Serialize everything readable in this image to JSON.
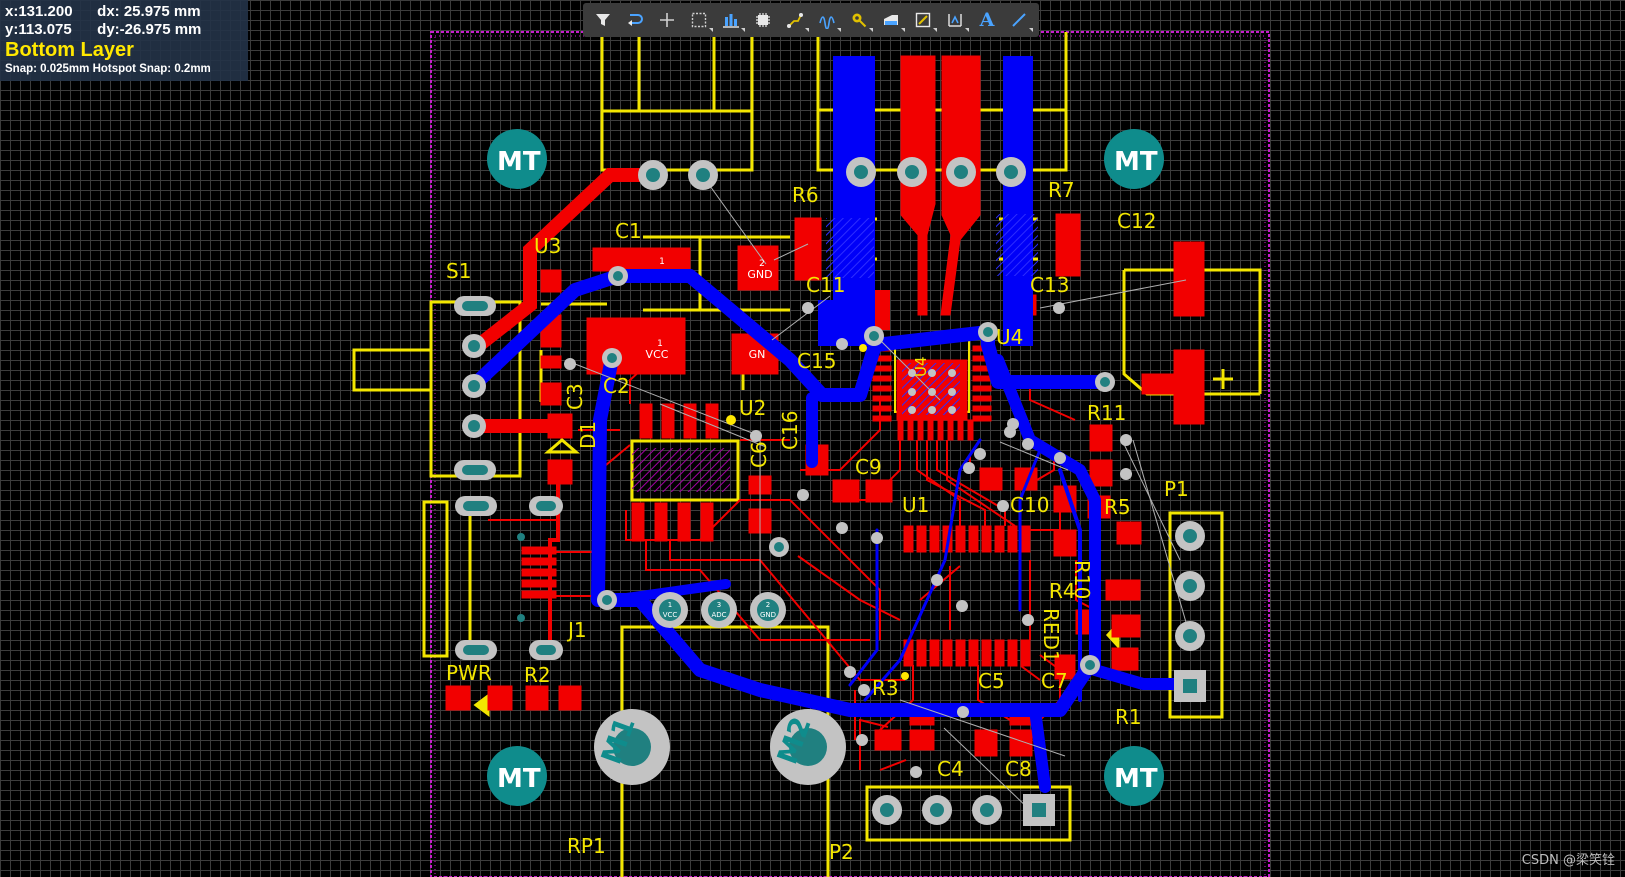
{
  "hud": {
    "x": "x:131.200",
    "dx": "dx: 25.975 mm",
    "y": "y:113.075",
    "dy": "dy:-26.975 mm",
    "layer": "Bottom Layer",
    "snap": "Snap: 0.025mm Hotspot Snap: 0.2mm"
  },
  "toolbar": {
    "items": [
      "filter-icon",
      "select-mask-icon",
      "cross-icon",
      "select-area-icon",
      "align-icon",
      "component-icon",
      "route-icon",
      "diff-pair-icon",
      "via-icon",
      "polygon-icon",
      "region-icon",
      "dimension-icon",
      "text-icon",
      "line-icon"
    ],
    "text_glyph": "A"
  },
  "designators": {
    "S1": "S1",
    "U3": "U3",
    "C1": "C1",
    "R6": "R6",
    "R7": "R7",
    "C11": "C11",
    "C13": "C13",
    "C12": "C12",
    "U4": "U4",
    "C15": "C15",
    "C3": "C3",
    "C2": "C2",
    "D1": "D1",
    "U2": "U2",
    "C16": "C16",
    "C6": "C6",
    "C9": "C9",
    "R11": "R11",
    "U1": "U1",
    "C10": "C10",
    "R5": "R5",
    "P1": "P1",
    "R10": "R10",
    "R4": "R4",
    "RED1": "RED1",
    "J1": "J1",
    "PWR": "PWR",
    "R2": "R2",
    "R3": "R3",
    "C5": "C5",
    "C7": "C7",
    "R1": "R1",
    "C4": "C4",
    "C8": "C8",
    "RP1": "RP1",
    "P2": "P2",
    "M1": "M1",
    "M2": "M2",
    "MT": "MT",
    "R5_partial": "R5"
  },
  "pad_labels": {
    "gnd_num": "2",
    "gnd": "GND",
    "vcc_num": "1",
    "vcc": "VCC",
    "one": "1",
    "gnd_partial": "GN",
    "rp_vcc_num": "1",
    "rp_vcc": "VCC",
    "rp_adc_num": "3",
    "rp_adc": "ADC",
    "rp_gnd_num": "2",
    "rp_gnd": "GND"
  },
  "colors": {
    "top": "#f20000",
    "bottom": "#0000f8",
    "overlay": "#f3e600",
    "pad": "#c3c3c3",
    "hole": "#208080",
    "outline": "#c71ccd",
    "mt": "#0f8c8c"
  },
  "watermark": "CSDN @梁笑铨"
}
